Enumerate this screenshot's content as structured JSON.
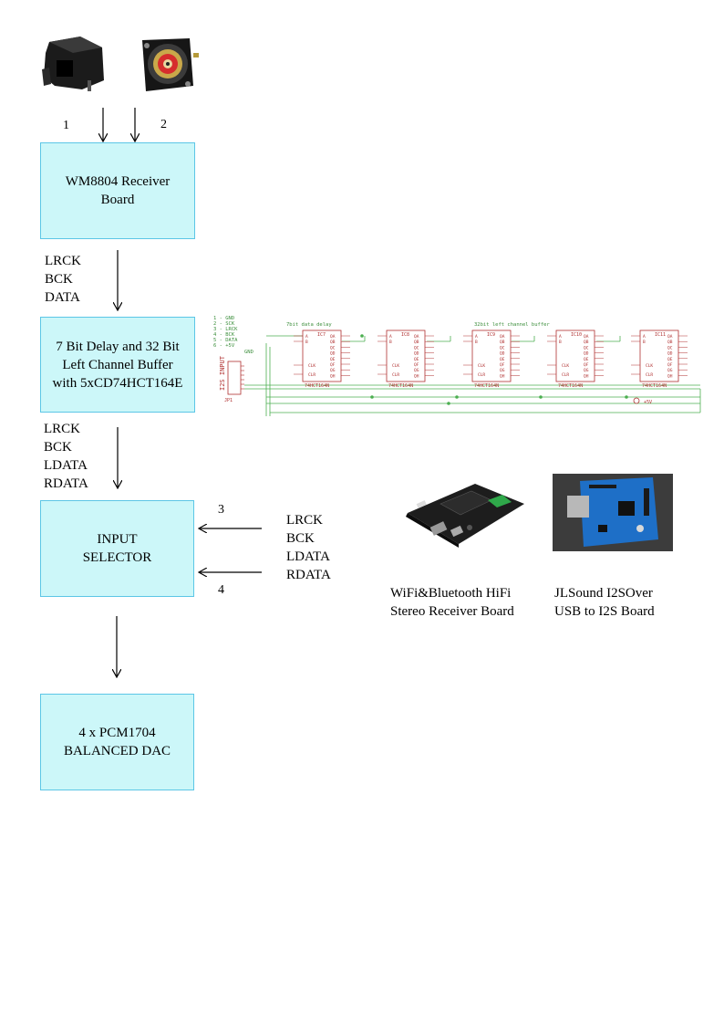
{
  "inputs": {
    "input_1_label": "1",
    "input_2_label": "2"
  },
  "blocks": {
    "receiver": "WM8804 Receiver\nBoard",
    "delay_buffer": "7 Bit Delay and 32 Bit\nLeft Channel Buffer\nwith 5xCD74HCT164E",
    "input_selector": "INPUT\nSELECTOR",
    "dac": "4 x PCM1704\nBALANCED DAC"
  },
  "signals": {
    "receiver_to_buffer": "LRCK\nBCK\nDATA",
    "buffer_to_selector": "LRCK\nBCK\nLDATA\nRDATA",
    "external_to_selector": "LRCK\nBCK\nLDATA\nRDATA",
    "selector_input_3": "3",
    "selector_input_4": "4"
  },
  "external_boards": {
    "wifi_bt": "WiFi&Bluetooth HiFi\nStereo Receiver Board",
    "jlsound": "JLSound I2SOver\nUSB to I2S Board"
  },
  "schematic": {
    "connector_title": "I2S INPUT",
    "connector_ref": "JP1",
    "pins": [
      "1 - GND",
      "2 - SCK",
      "3 - LRCK",
      "4 - BCK",
      "5 - DATA",
      "6 - +5V"
    ],
    "gnd_label": "GND",
    "delay_note": "7bit data delay",
    "buffer_note": "32bit left channel buffer",
    "chips": [
      {
        "ref": "IC7",
        "part": "74HCT164N"
      },
      {
        "ref": "IC8",
        "part": "74HCT164N"
      },
      {
        "ref": "IC9",
        "part": "74HCT164N"
      },
      {
        "ref": "IC10",
        "part": "74HCT164N"
      },
      {
        "ref": "IC11",
        "part": "74HCT164N"
      }
    ],
    "pin_left": [
      "A",
      "B",
      "CLK",
      "CLR"
    ],
    "pin_right": [
      "QA",
      "QB",
      "QC",
      "QD",
      "QE",
      "QF",
      "QG",
      "QH"
    ],
    "power_label": "+5V",
    "colors": {
      "line": "#4caf50",
      "chip": "#b03030",
      "text_green": "#3d8f3d"
    }
  },
  "colors": {
    "block_fill": "#ccf7f9",
    "block_border": "#5cc6e6"
  }
}
